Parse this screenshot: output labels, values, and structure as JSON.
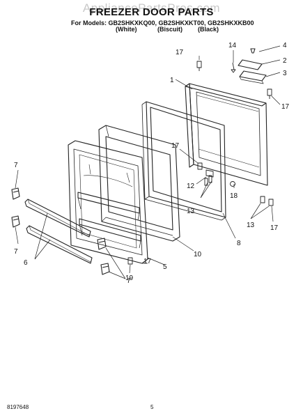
{
  "watermark": "AppliancePartsPros.com",
  "title": "FREEZER DOOR PARTS",
  "models_line": "For Models: GB2SHKXKQ00, GB2SHKXKT00, GB2SHKXKB00",
  "colors": [
    "(White)",
    "(Biscuit)",
    "(Black)"
  ],
  "callouts": [
    "1",
    "2",
    "3",
    "4",
    "5",
    "6",
    "7",
    "7",
    "7",
    "8",
    "10",
    "12",
    "13",
    "13",
    "14",
    "17",
    "17",
    "17",
    "17",
    "17",
    "18",
    "19"
  ],
  "footer": {
    "doc_number": "8197648",
    "page": "5"
  }
}
